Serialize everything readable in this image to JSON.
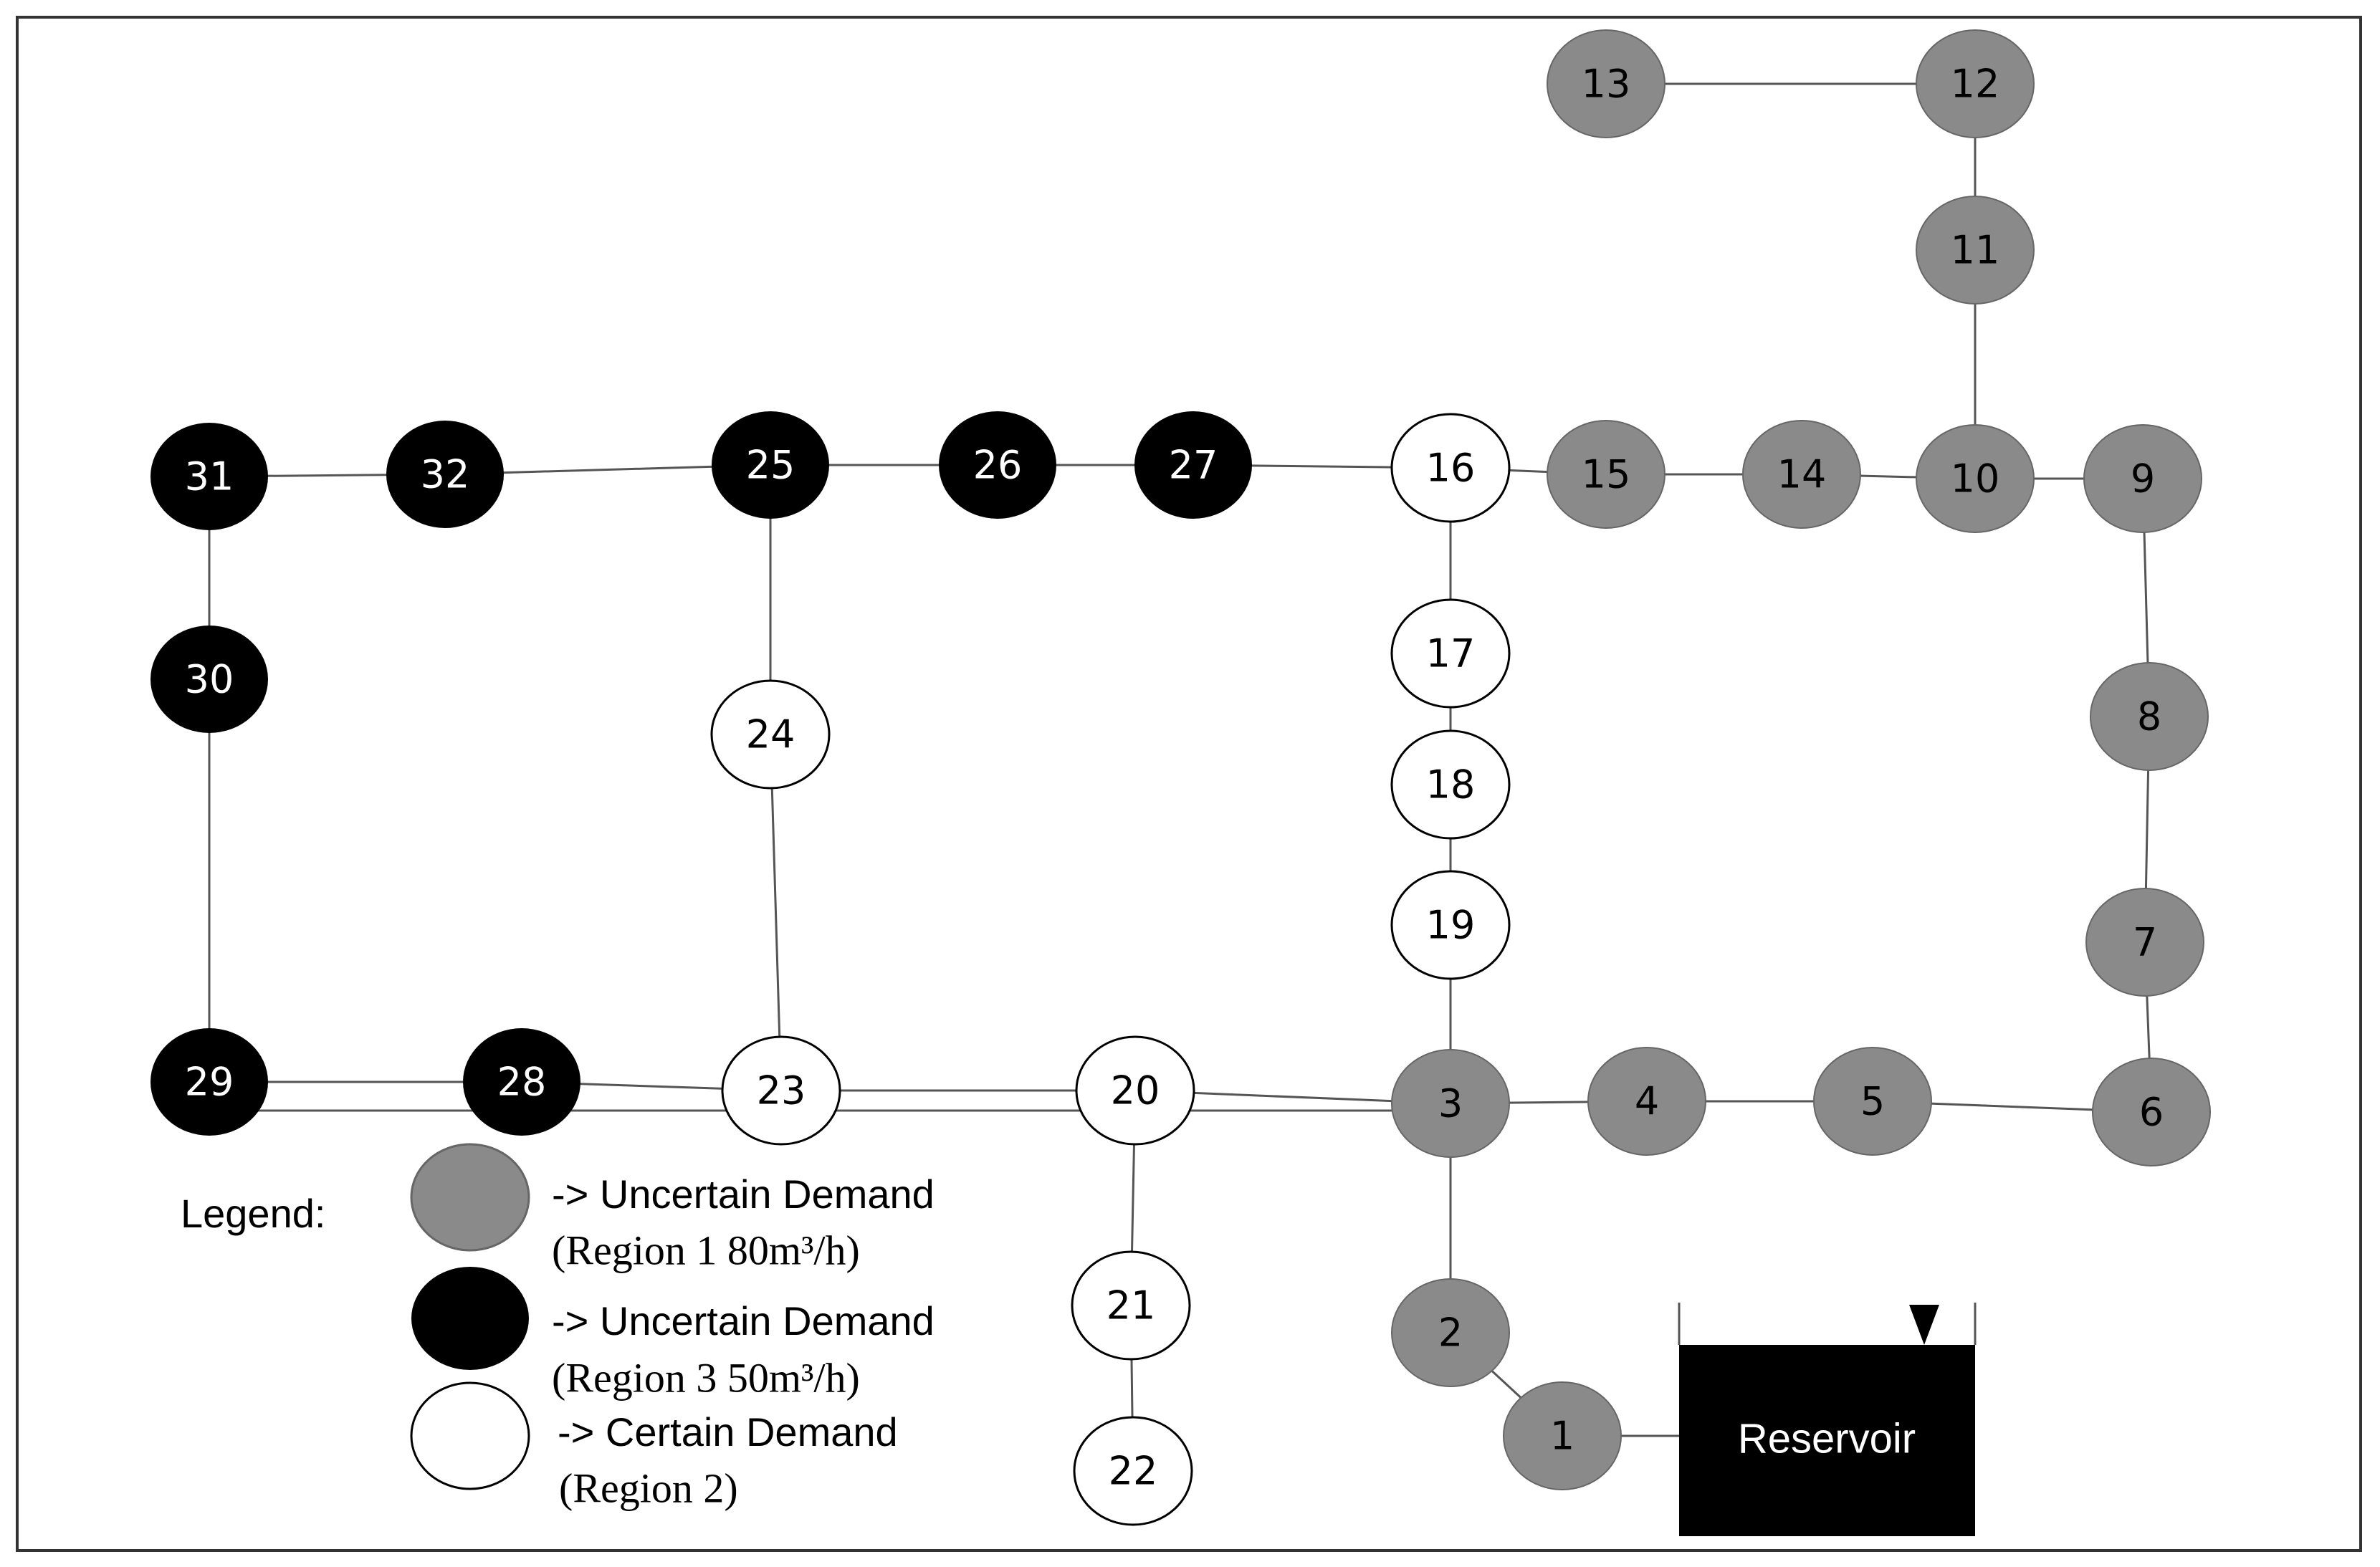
{
  "colors": {
    "uncertain_region1": "#8a8a8a",
    "uncertain_region3": "#000000",
    "certain_region2": "#ffffff",
    "line": "#555555",
    "frame": "#333333",
    "reservoir_fill": "#000000"
  },
  "nodes": [
    {
      "id": "1",
      "type": "uncertain_region1"
    },
    {
      "id": "2",
      "type": "uncertain_region1"
    },
    {
      "id": "3",
      "type": "uncertain_region1"
    },
    {
      "id": "4",
      "type": "uncertain_region1"
    },
    {
      "id": "5",
      "type": "uncertain_region1"
    },
    {
      "id": "6",
      "type": "uncertain_region1"
    },
    {
      "id": "7",
      "type": "uncertain_region1"
    },
    {
      "id": "8",
      "type": "uncertain_region1"
    },
    {
      "id": "9",
      "type": "uncertain_region1"
    },
    {
      "id": "10",
      "type": "uncertain_region1"
    },
    {
      "id": "11",
      "type": "uncertain_region1"
    },
    {
      "id": "12",
      "type": "uncertain_region1"
    },
    {
      "id": "13",
      "type": "uncertain_region1"
    },
    {
      "id": "14",
      "type": "uncertain_region1"
    },
    {
      "id": "15",
      "type": "uncertain_region1"
    },
    {
      "id": "16",
      "type": "certain_region2"
    },
    {
      "id": "17",
      "type": "certain_region2"
    },
    {
      "id": "18",
      "type": "certain_region2"
    },
    {
      "id": "19",
      "type": "certain_region2"
    },
    {
      "id": "20",
      "type": "certain_region2"
    },
    {
      "id": "21",
      "type": "certain_region2"
    },
    {
      "id": "22",
      "type": "certain_region2"
    },
    {
      "id": "23",
      "type": "certain_region2"
    },
    {
      "id": "24",
      "type": "certain_region2"
    },
    {
      "id": "25",
      "type": "uncertain_region3"
    },
    {
      "id": "26",
      "type": "uncertain_region3"
    },
    {
      "id": "27",
      "type": "uncertain_region3"
    },
    {
      "id": "28",
      "type": "uncertain_region3"
    },
    {
      "id": "29",
      "type": "uncertain_region3"
    },
    {
      "id": "30",
      "type": "uncertain_region3"
    },
    {
      "id": "31",
      "type": "uncertain_region3"
    },
    {
      "id": "32",
      "type": "uncertain_region3"
    }
  ],
  "edges": [
    [
      "13",
      "12"
    ],
    [
      "12",
      "11"
    ],
    [
      "11",
      "10"
    ],
    [
      "31",
      "32"
    ],
    [
      "32",
      "25"
    ],
    [
      "25",
      "26"
    ],
    [
      "26",
      "27"
    ],
    [
      "27",
      "16"
    ],
    [
      "16",
      "15"
    ],
    [
      "15",
      "14"
    ],
    [
      "14",
      "10"
    ],
    [
      "10",
      "9"
    ],
    [
      "9",
      "8"
    ],
    [
      "8",
      "7"
    ],
    [
      "7",
      "6"
    ],
    [
      "31",
      "30"
    ],
    [
      "30",
      "29"
    ],
    [
      "25",
      "24"
    ],
    [
      "24",
      "23"
    ],
    [
      "16",
      "17"
    ],
    [
      "17",
      "18"
    ],
    [
      "18",
      "19"
    ],
    [
      "19",
      "3"
    ],
    [
      "29",
      "28"
    ],
    [
      "28",
      "23"
    ],
    [
      "23",
      "20"
    ],
    [
      "20",
      "3"
    ],
    [
      "3",
      "4"
    ],
    [
      "4",
      "5"
    ],
    [
      "5",
      "6"
    ],
    [
      "20",
      "21"
    ],
    [
      "21",
      "22"
    ],
    [
      "3",
      "2"
    ],
    [
      "2",
      "1"
    ],
    [
      "1",
      "reservoir"
    ]
  ],
  "reservoir": {
    "label": "Reservoir"
  },
  "legend": {
    "title": "Legend:",
    "items": [
      {
        "type": "uncertain_region1",
        "line1": "-> Uncertain Demand",
        "line2": "(Region 1 80m³/h)"
      },
      {
        "type": "uncertain_region3",
        "line1": "-> Uncertain Demand",
        "line2": "(Region 3 50m³/h)"
      },
      {
        "type": "certain_region2",
        "line1": "-> Certain Demand",
        "line2": "(Region 2)"
      }
    ]
  }
}
